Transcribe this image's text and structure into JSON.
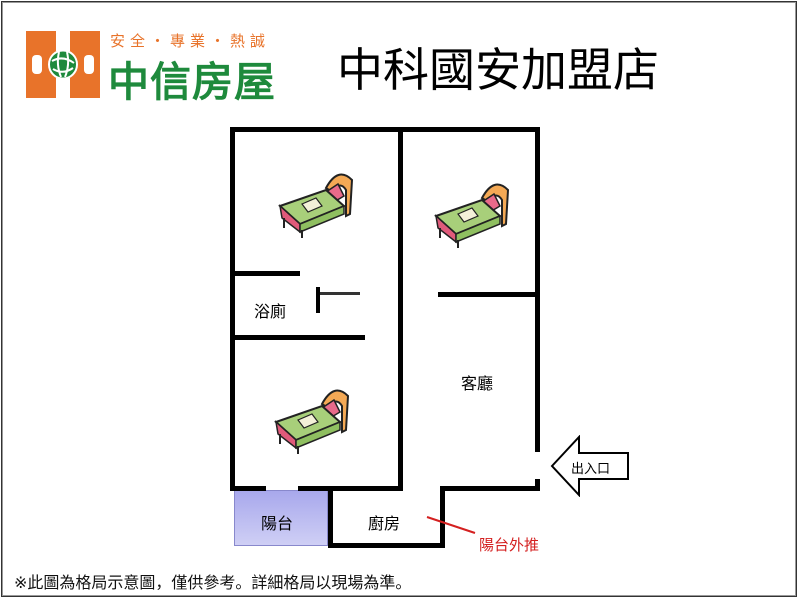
{
  "header": {
    "tagline": "安全・專業・熱誠",
    "brand_name": "中信房屋",
    "store_name": "中科國安加盟店",
    "brand_colors": {
      "orange": "#e8732a",
      "green": "#1e8a3c"
    },
    "logo_icon": "globe-h-logo-icon"
  },
  "floorplan": {
    "rooms": [
      {
        "id": "bedroom-1",
        "label": "",
        "icon": "bed-icon"
      },
      {
        "id": "bedroom-2",
        "label": "",
        "icon": "bed-icon"
      },
      {
        "id": "bedroom-3",
        "label": "",
        "icon": "bed-icon"
      },
      {
        "id": "bathroom",
        "label": "浴廁"
      },
      {
        "id": "living-room",
        "label": "客廳"
      },
      {
        "id": "kitchen",
        "label": "廚房"
      },
      {
        "id": "balcony",
        "label": "陽台",
        "color": "#b4b4ee"
      }
    ],
    "entrance": {
      "label": "出入口",
      "icon": "arrow-left-icon"
    },
    "annotation": {
      "label": "陽台外推",
      "color": "#d42020"
    }
  },
  "footer": {
    "disclaimer": "※此圖為格局示意圖，僅供參考。詳細格局以現場為準。"
  }
}
